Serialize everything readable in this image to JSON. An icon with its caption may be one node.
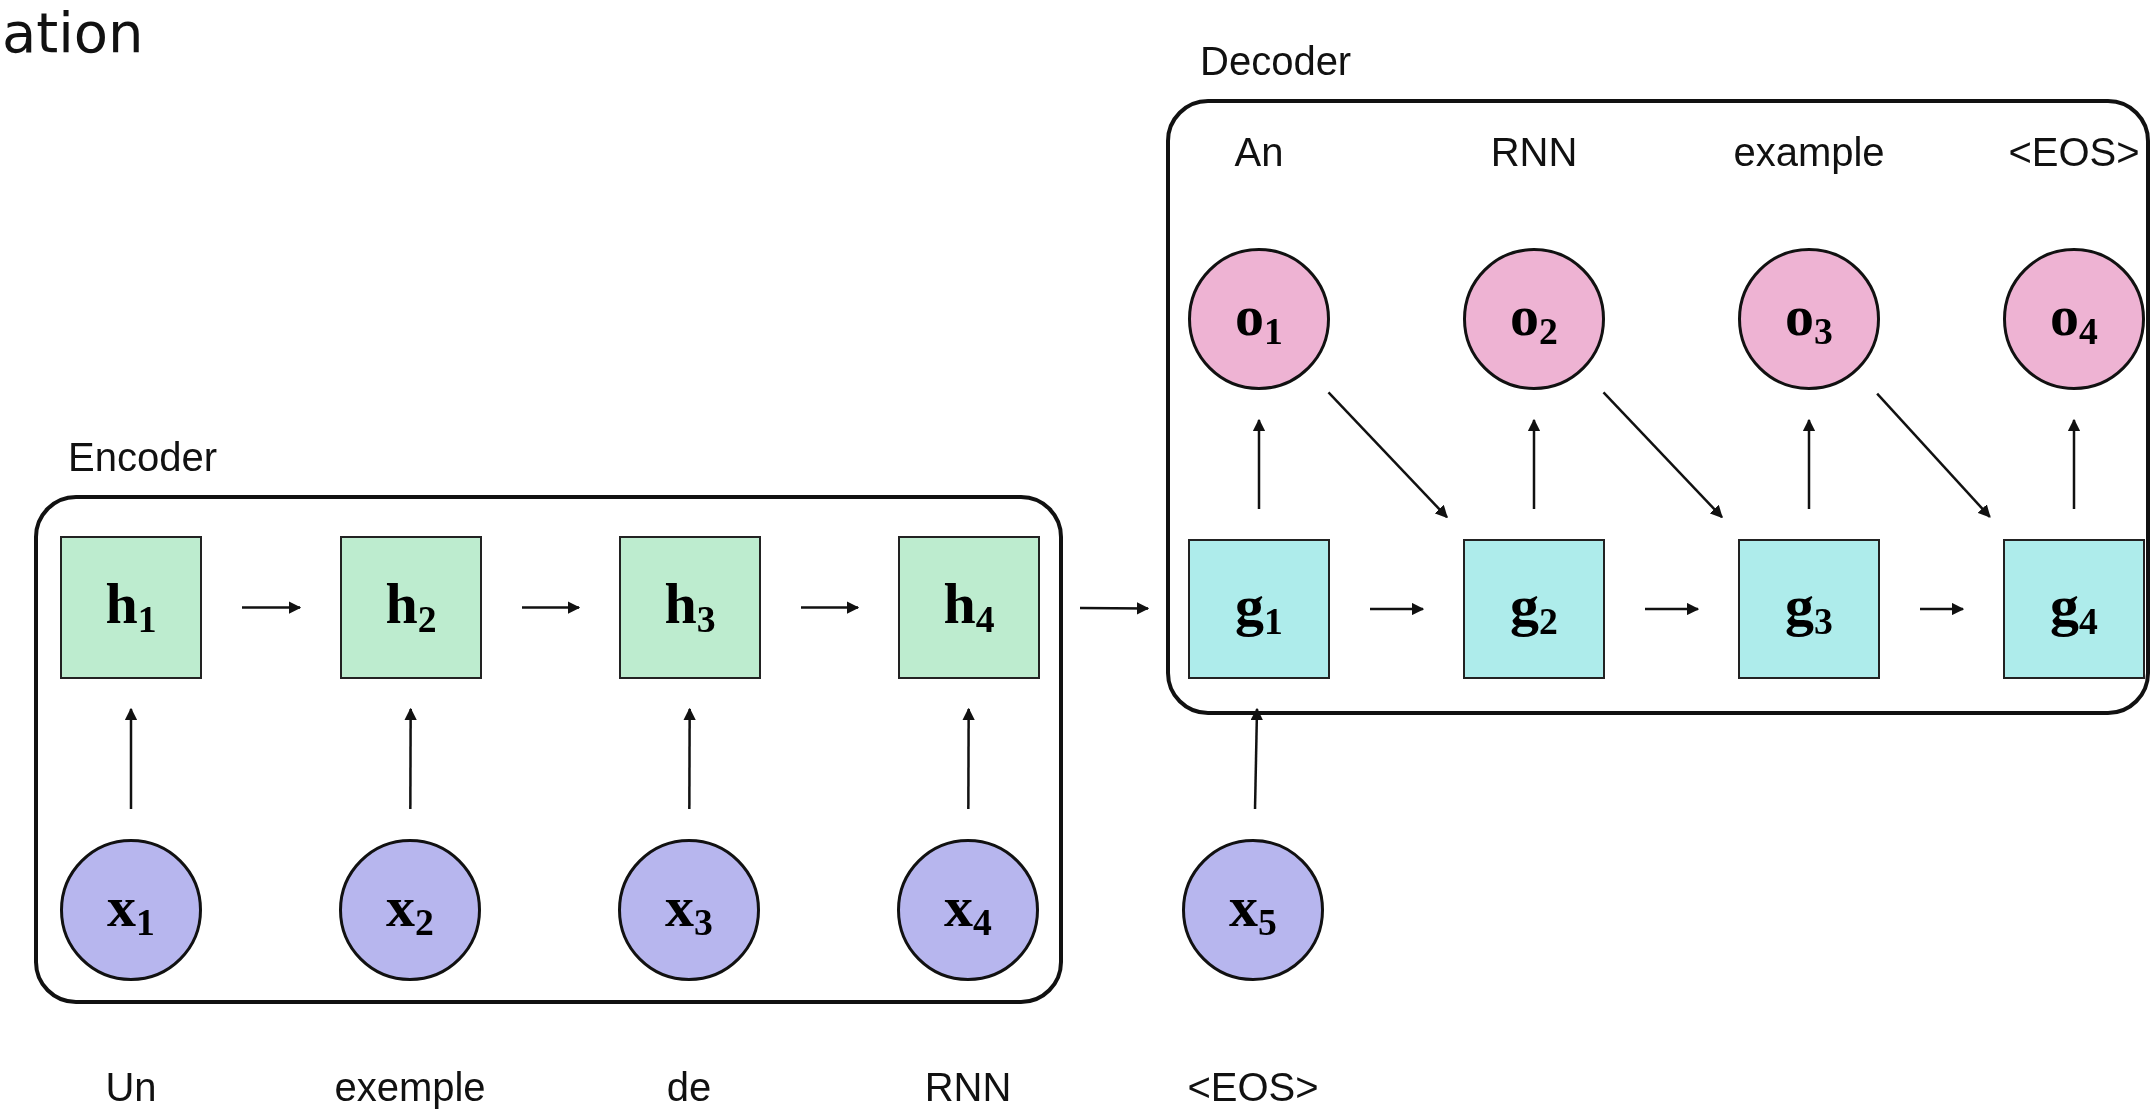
{
  "diagram": {
    "title": "ation",
    "nodes": [
      {
        "text": [
          "Decoder"
        ]
      },
      {
        "text": [
          "o$_{1}$"
        ],
        "in": 0,
        "beside": [
          "An"
        ]
      },
      {
        "text": [
          "o$_{2}$"
        ],
        "in": 0,
        "beside": [
          "RNN"
        ]
      },
      {
        "text": [
          "o$_{3}$"
        ],
        "in": 0,
        "beside": [
          "example"
        ]
      },
      {
        "text": [
          "o$_{4}$"
        ],
        "in": 0,
        "beside": [
          "<EOS>"
        ]
      },
      {
        "text": [
          "g$_{1}$"
        ],
        "in": 0
      },
      {
        "text": [
          "g$_{2}$"
        ],
        "in": 0
      },
      {
        "text": [
          "g$_{3}$"
        ],
        "in": 0
      },
      {
        "text": [
          "g$_{4}$"
        ],
        "in": 0
      },
      {
        "text": [
          "Encoder"
        ]
      },
      {
        "text": [
          "h$_{1}$"
        ],
        "in": 9
      },
      {
        "text": [
          "h$_{2}$"
        ],
        "in": 9
      },
      {
        "text": [
          "h$_{3}$"
        ],
        "in": 9
      },
      {
        "text": [
          "h$_{4}$"
        ],
        "in": 9
      },
      {
        "text": [
          "x$_{1}$"
        ],
        "in": 9,
        "beside": [
          "Un"
        ]
      },
      {
        "text": [
          "x$_{2}$"
        ],
        "in": 9,
        "beside": [
          "exemple"
        ]
      },
      {
        "text": [
          "x$_{3}$"
        ],
        "in": 9,
        "beside": [
          "de"
        ]
      },
      {
        "text": [
          "x$_{4}$"
        ],
        "in": 9,
        "beside": [
          "RNN"
        ]
      },
      {
        "text": [
          "x$_{5}$"
        ],
        "beside": [
          "<EOS>"
        ]
      }
    ],
    "edges": [
      {
        "from": 14,
        "to": 10,
        "arrow": "to"
      },
      {
        "from": 15,
        "to": 11,
        "arrow": "to"
      },
      {
        "from": 16,
        "to": 12,
        "arrow": "to"
      },
      {
        "from": 17,
        "to": 13,
        "arrow": "to"
      },
      {
        "from": 10,
        "to": 11,
        "arrow": "to"
      },
      {
        "from": 11,
        "to": 12,
        "arrow": "to"
      },
      {
        "from": 12,
        "to": 13,
        "arrow": "to"
      },
      {
        "from": 13,
        "to": 5,
        "arrow": "to"
      },
      {
        "from": 18,
        "to": 5,
        "arrow": "to"
      },
      {
        "from": 5,
        "to": 6,
        "arrow": "to"
      },
      {
        "from": 6,
        "to": 7,
        "arrow": "to"
      },
      {
        "from": 7,
        "to": 8,
        "arrow": "to"
      },
      {
        "from": 5,
        "to": 1,
        "arrow": "to"
      },
      {
        "from": 6,
        "to": 2,
        "arrow": "to"
      },
      {
        "from": 7,
        "to": 3,
        "arrow": "to"
      },
      {
        "from": 8,
        "to": 4,
        "arrow": "to"
      },
      {
        "from": 1,
        "to": 6,
        "arrow": "to"
      },
      {
        "from": 2,
        "to": 7,
        "arrow": "to"
      },
      {
        "from": 3,
        "to": 8,
        "arrow": "to"
      }
    ]
  }
}
